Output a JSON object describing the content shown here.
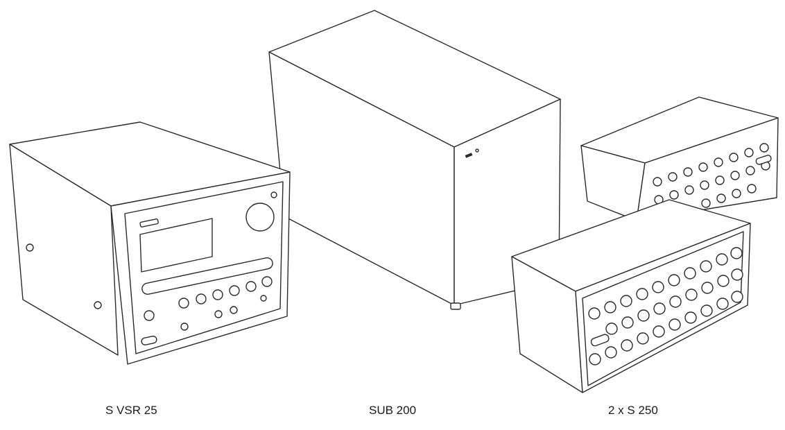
{
  "products": {
    "receiver": {
      "label": "S VSR 25"
    },
    "subwoofer": {
      "label": "SUB 200"
    },
    "speakers": {
      "label": "2 x S 250"
    }
  },
  "colors": {
    "line": "#2a2a2a",
    "background": "#ffffff"
  }
}
